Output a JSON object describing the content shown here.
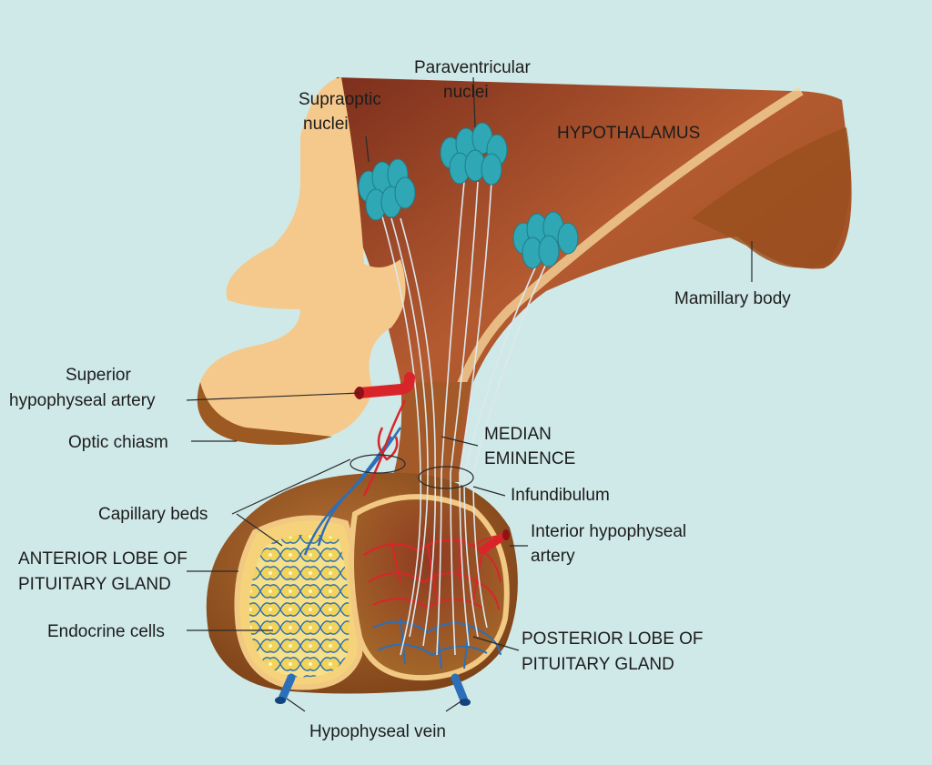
{
  "labels": {
    "supraoptic_nuclei": [
      "Supraoptic",
      "nuclei"
    ],
    "paraventricular_nuclei": [
      "Paraventricular",
      "nuclei"
    ],
    "hypothalamus": "HYPOTHALAMUS",
    "mamillary_body": "Mamillary body",
    "superior_hypophyseal_artery": [
      "Superior",
      "hypophyseal artery"
    ],
    "optic_chiasm": "Optic chiasm",
    "median_eminence": [
      "MEDIAN",
      "EMINENCE"
    ],
    "infundibulum": "Infundibulum",
    "capillary_beds": "Capillary beds",
    "interior_hypophyseal_artery": [
      "Interior hypophyseal",
      "artery"
    ],
    "anterior_lobe": [
      "ANTERIOR LOBE OF",
      "PITUITARY GLAND"
    ],
    "endocrine_cells": "Endocrine cells",
    "posterior_lobe": [
      "POSTERIOR LOBE OF",
      "PITUITARY GLAND"
    ],
    "hypophyseal_vein": "Hypophyseal vein"
  },
  "colors": {
    "background": "#cfe9e8",
    "hypothalamus_dark": "#8a3a22",
    "hypothalamus_light": "#c46a3a",
    "chiasm": "#f6c98e",
    "gland": "#9c5a22",
    "nuclei": "#2fa7b5",
    "artery": "#d9252a",
    "vein": "#2c6fb8",
    "endocrine": "#f4d86a"
  }
}
